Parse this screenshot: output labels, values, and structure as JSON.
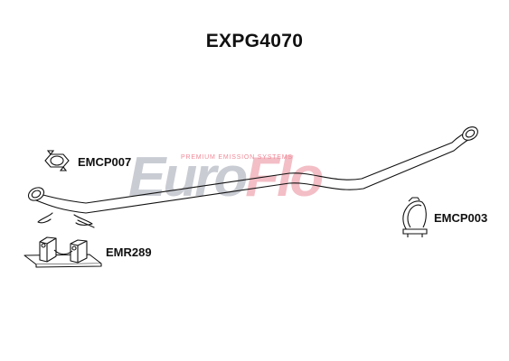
{
  "diagram": {
    "title": "EXPG4070",
    "parts": [
      {
        "code": "EMCP007",
        "icon": "exhaust-clamp-icon"
      },
      {
        "code": "EMCP003",
        "icon": "u-bolt-clamp-icon"
      },
      {
        "code": "EMR289",
        "icon": "rubber-mount-icon"
      }
    ],
    "main_part_icon": "exhaust-pipe-icon"
  },
  "watermark": {
    "brand_part1": "Euro",
    "brand_part2": "Flo",
    "tagline": "PREMIUM EMISSION SYSTEMS",
    "colors": {
      "euro": "#c4c7cf",
      "flo": "#f2b8c0",
      "tagline": "#f08a98"
    }
  }
}
